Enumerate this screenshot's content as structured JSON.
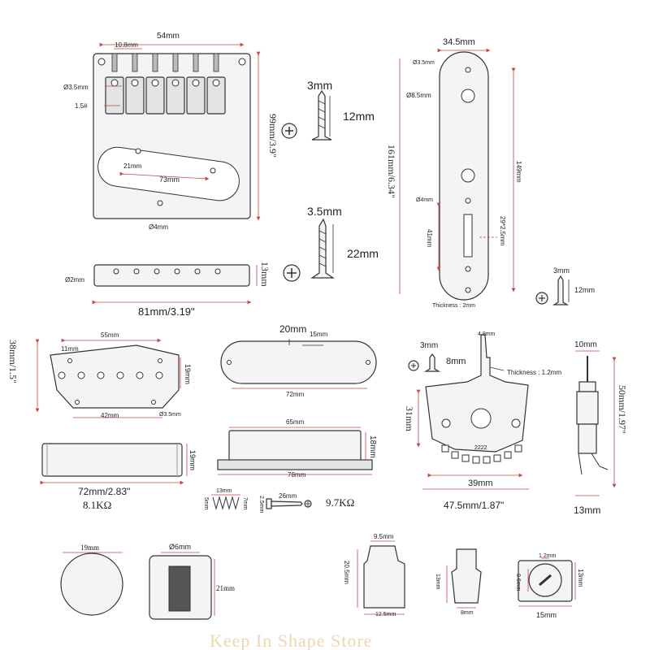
{
  "bridge": {
    "width": "54mm",
    "spacing": "10.8mm",
    "hole_dia": "Ø3.5mm",
    "screw_size": "1.5#",
    "slot_width": "21mm",
    "slot_length": "73mm",
    "small_hole": "Ø4mm",
    "height": "99mm/3.9\""
  },
  "screw_a": {
    "dia": "3mm",
    "len": "12mm"
  },
  "screw_b": {
    "dia": "3.5mm",
    "len": "22mm"
  },
  "saddle": {
    "hole": "Ø2mm",
    "height": "13mm",
    "width": "81mm/3.19\""
  },
  "plate": {
    "width": "34.5mm",
    "hole_a": "Ø3.5mm",
    "hole_b": "Ø8.5mm",
    "hole_c": "Ø4mm",
    "length": "161mm/6.34\"",
    "inner_len": "149mm",
    "offset": "41mm",
    "slot": "29*2.5mm",
    "thickness": "Thickness : 2mm"
  },
  "screw_c": {
    "dia": "3mm",
    "len": "12mm"
  },
  "bridge_pickup": {
    "height": "38mm/1.5\"",
    "span": "55mm",
    "pole_gap": "11mm",
    "side": "19mm",
    "base": "42mm",
    "hole": "Ø3.5mm"
  },
  "neck_pickup": {
    "height": "20mm",
    "inner": "15mm",
    "width": "72mm"
  },
  "screw_d": {
    "dia": "3mm",
    "len": "8mm"
  },
  "switch": {
    "tip": "4.8mm",
    "thickness": "Thickness : 1.2mm",
    "height": "31mm",
    "width": "39mm",
    "overall": "47.5mm/1.87\"",
    "label": "2222"
  },
  "switch_side": {
    "top": "10mm",
    "height": "50mm/1.97\"",
    "bottom": "13mm"
  },
  "cover_a": {
    "height": "19mm",
    "width": "72mm/2.83\"",
    "resistance": "8.1KΩ"
  },
  "cover_b": {
    "top": "65mm",
    "height": "18mm",
    "width": "78mm",
    "resistance": "9.7KΩ"
  },
  "spring": {
    "len": "13mm",
    "a": "5mm",
    "b": "7mm"
  },
  "screw_e": {
    "dia": "2.5mm",
    "len": "26mm"
  },
  "knob_a": {
    "dia": "19mm"
  },
  "knob_b": {
    "hole": "Ø6mm",
    "height": "21mm"
  },
  "tip_a": {
    "top": "9.5mm",
    "height": "20.5mm",
    "bottom": "12.5mm"
  },
  "tip_b": {
    "height": "13mm",
    "bottom": "8mm"
  },
  "nut": {
    "slot": "1.2mm",
    "inner": "9.6mm",
    "height": "13mm",
    "width": "15mm"
  },
  "watermark": "Keep In Shape Store"
}
